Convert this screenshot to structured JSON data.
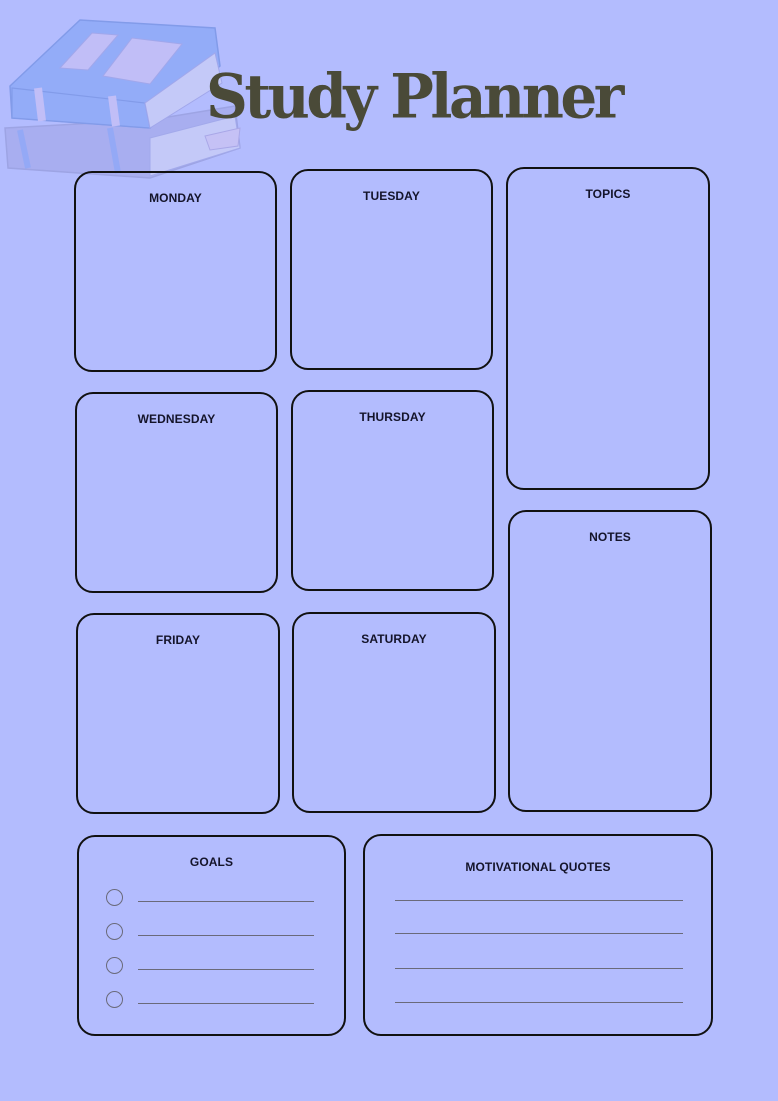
{
  "page": {
    "title": "Study Planner",
    "background_color": "#b3bcfe",
    "title_color": "#4a4a38",
    "decoration": "books-icon"
  },
  "days": [
    {
      "label": "MONDAY"
    },
    {
      "label": "TUESDAY"
    },
    {
      "label": "WEDNESDAY"
    },
    {
      "label": "THURSDAY"
    },
    {
      "label": "FRIDAY"
    },
    {
      "label": "SATURDAY"
    }
  ],
  "side_panels": {
    "topics": {
      "label": "TOPICS"
    },
    "notes": {
      "label": "NOTES"
    }
  },
  "goals": {
    "label": "GOALS",
    "items": [
      "",
      "",
      "",
      ""
    ]
  },
  "quotes": {
    "label": "MOTIVATIONAL QUOTES",
    "lines": [
      "",
      "",
      "",
      ""
    ]
  }
}
